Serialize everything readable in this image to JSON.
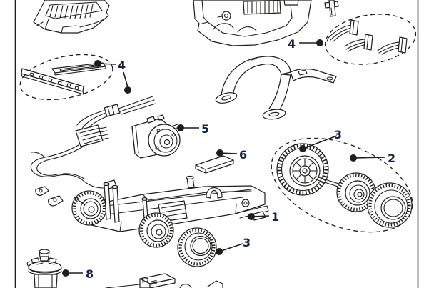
{
  "figure": {
    "kind": "exploded-parts-diagram",
    "background_color": "#ffffff",
    "line_color": "#1e1e1c",
    "label_color": "#15253f"
  },
  "callouts": [
    {
      "label": "4",
      "points_to": "mounting-strips"
    },
    {
      "label": "4",
      "points_to": "retaining-clips"
    },
    {
      "label": "5",
      "points_to": "motor"
    },
    {
      "label": "6",
      "points_to": "magnet-plate"
    },
    {
      "label": "3",
      "points_to": "rear-wheel"
    },
    {
      "label": "2",
      "points_to": "rear-axle-assembly"
    },
    {
      "label": "1",
      "points_to": "chassis"
    },
    {
      "label": "3",
      "points_to": "front-tire"
    },
    {
      "label": "8",
      "points_to": "guide"
    }
  ],
  "visible_part_numbers": [
    "1",
    "2",
    "3",
    "4",
    "5",
    "6",
    "8"
  ]
}
